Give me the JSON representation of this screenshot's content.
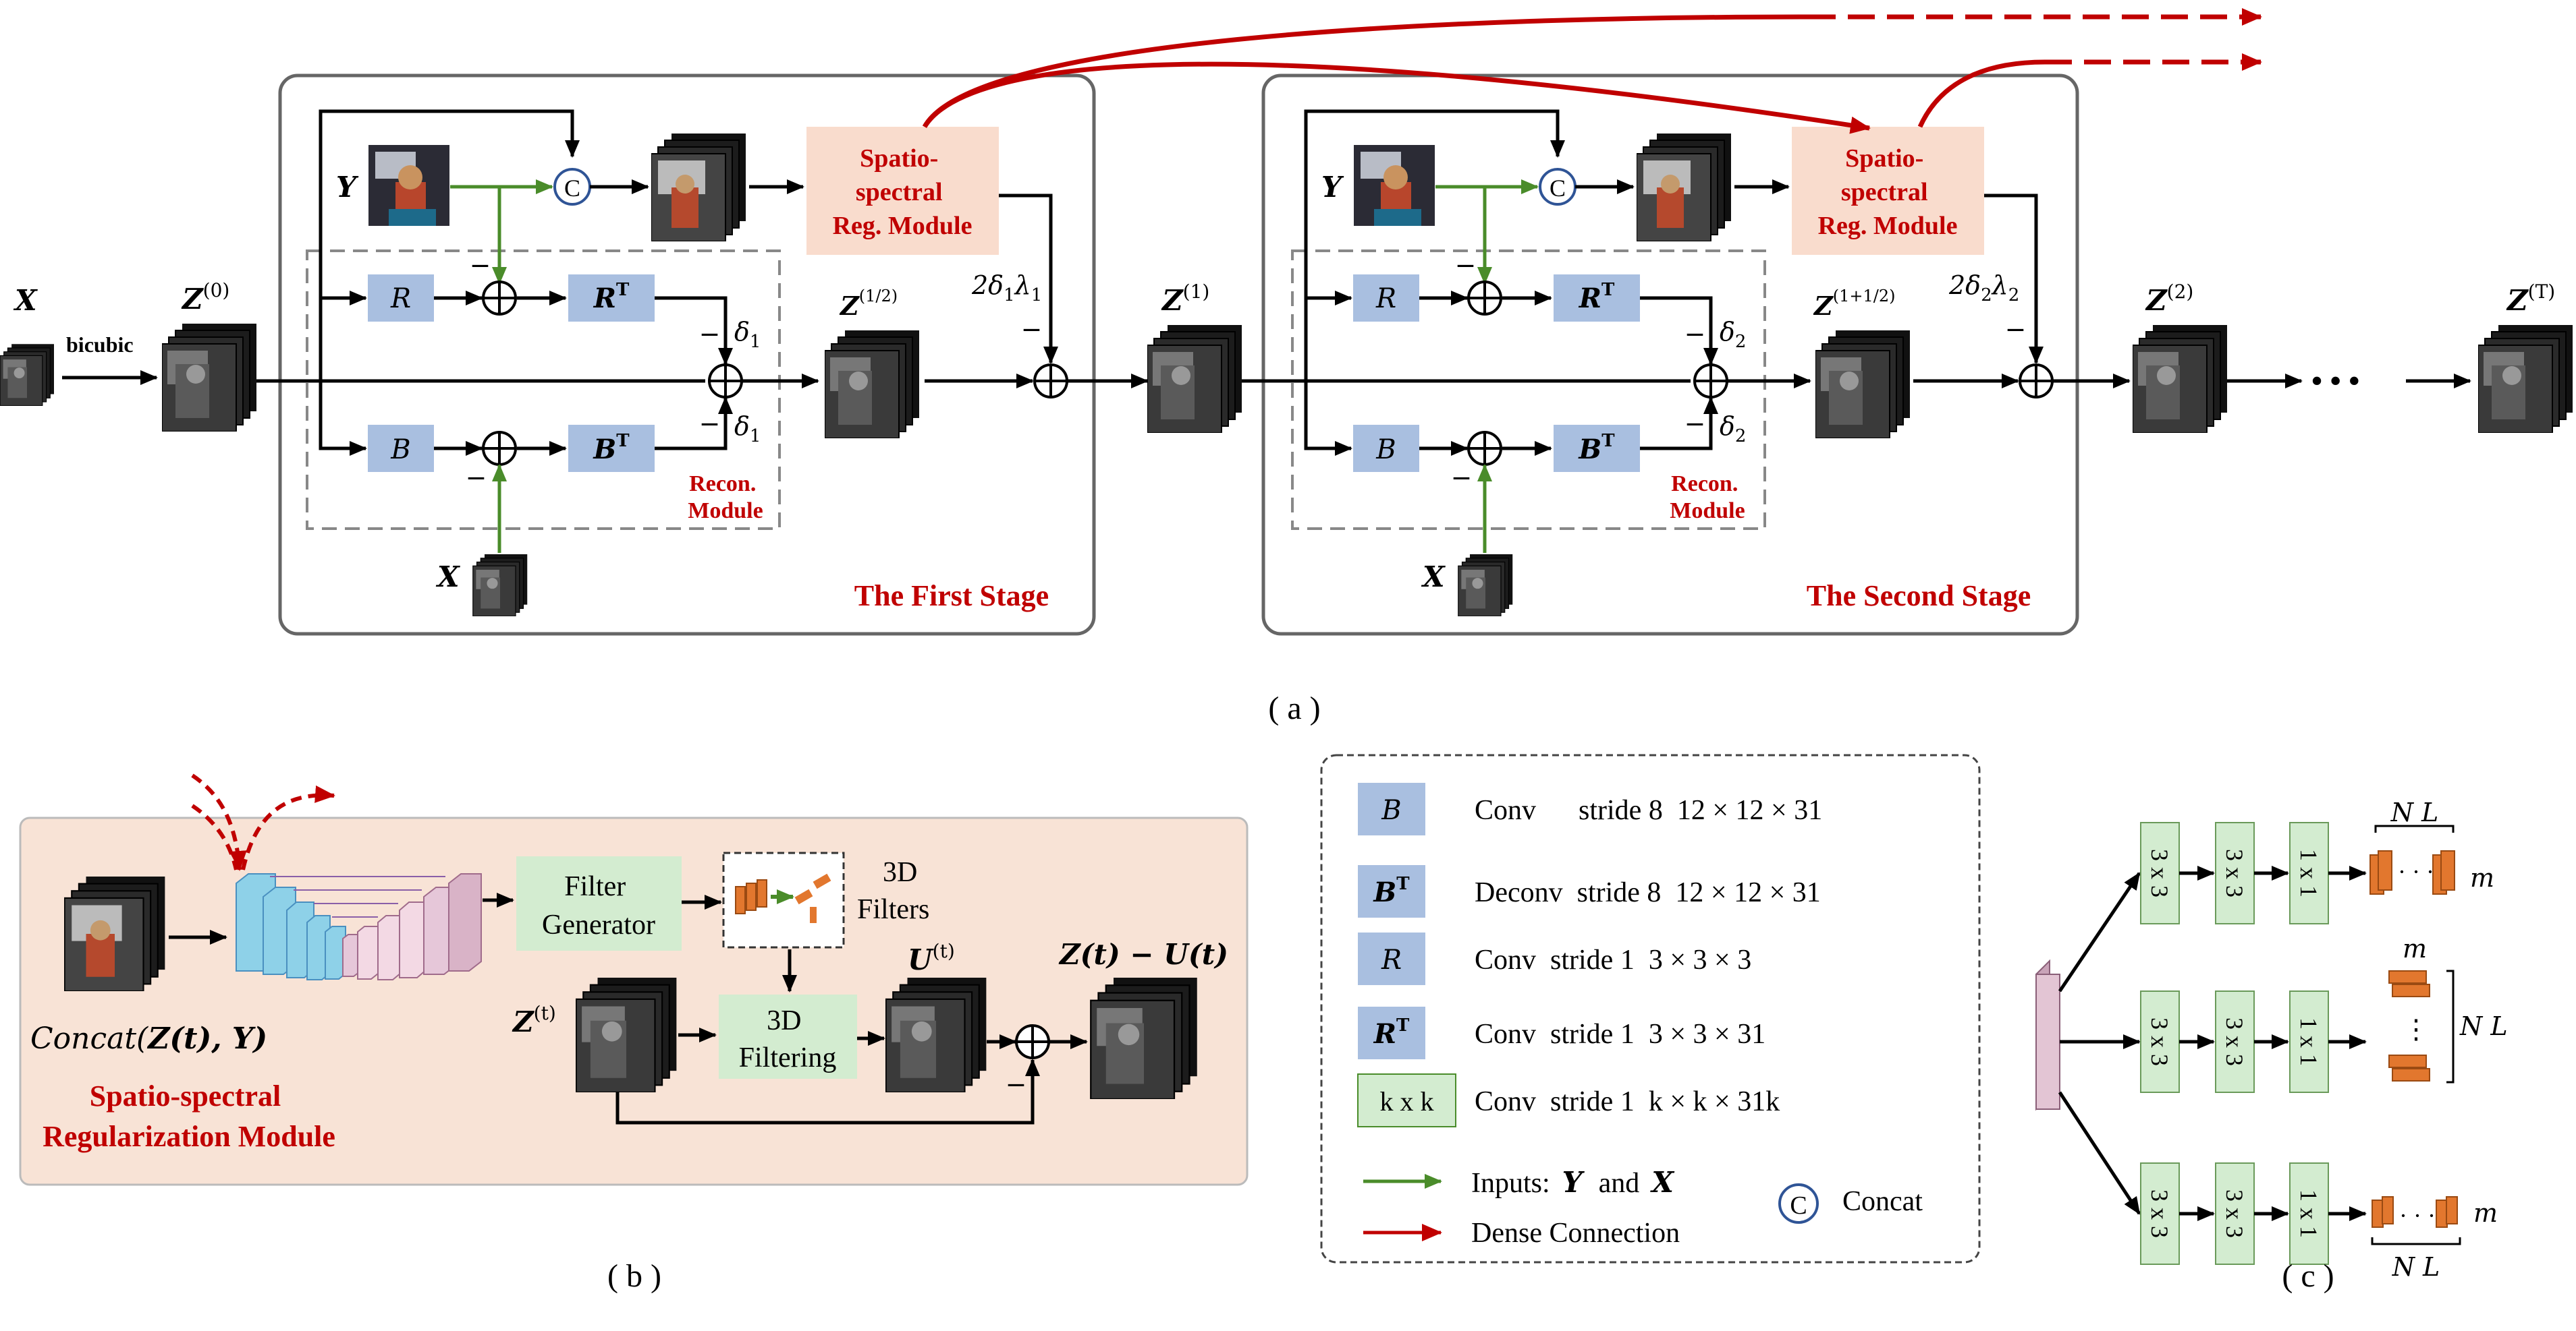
{
  "colors": {
    "block_blue": "#a9bfe0",
    "block_green": "#d3ecd0",
    "reg_module_fill": "#f9dccd",
    "panel_b_fill": "#f8e3d6",
    "dense_red": "#c00000",
    "input_green": "#4a8c2a",
    "stage_border": "#666666",
    "concat_blue": "#2f5496",
    "label_red": "#c00000",
    "filter_orange": "#e2772e"
  },
  "panel_a": {
    "caption": "( a )",
    "stage1_title": "The First Stage",
    "stage2_title": "The Second Stage",
    "recon_label_line1": "Recon.",
    "recon_label_line2": "Module",
    "reg_module_line1": "Spatio-",
    "reg_module_line2": "spectral",
    "reg_module_line3": "Reg.  Module",
    "input_x": "X",
    "bicubic": "bicubic",
    "input_y": "Y",
    "z0": "Z",
    "z0_sup": "(0)",
    "z_half": "Z",
    "z_half_sup": "(1/2)",
    "z1": "Z",
    "z1_sup": "(1)",
    "z_1half": "Z",
    "z_1half_sup": "(1+1/2)",
    "z2": "Z",
    "z2_sup": "(2)",
    "zT": "Z",
    "zT_sup": "(T)",
    "block_R": "R",
    "block_RT": "R",
    "block_B": "B",
    "block_BT": "B",
    "sup_T": "T",
    "delta1": "δ",
    "delta1_sub": "1",
    "delta2": "δ",
    "delta2_sub": "2",
    "lambda1_prefix": "2δ",
    "lambda1_sub1": "1",
    "lambda1_mid": "λ",
    "lambda1_sub2": "1",
    "lambda2_prefix": "2δ",
    "lambda2_sub1": "2",
    "lambda2_mid": "λ",
    "lambda2_sub2": "2",
    "minus": "–",
    "concat_symbol": "C",
    "ellipsis": "• • •"
  },
  "panel_b": {
    "caption": "( b )",
    "concat_label": "Concat(",
    "concat_args": "Z(t), Y)",
    "filter_generator_line1": "Filter",
    "filter_generator_line2": "Generator",
    "filters_3d_line1": "3D",
    "filters_3d_line2": "Filters",
    "filtering_line1": "3D",
    "filtering_line2": "Filtering",
    "z_t": "Z",
    "z_t_sup": "(t)",
    "u_t": "U",
    "u_t_sup": "(t)",
    "diff_label": "Z(t) − U(t)",
    "title_line1": "Spatio-spectral",
    "title_line2": "Regularization Module"
  },
  "legend": {
    "rows": [
      {
        "key": "B",
        "sup": "",
        "desc": "Conv      stride 8  12 × 12 × 31",
        "fill": "blue"
      },
      {
        "key": "B",
        "sup": "T",
        "desc": "Deconv  stride 8  12 × 12 × 31",
        "fill": "blue"
      },
      {
        "key": "R",
        "sup": "",
        "desc": "Conv  stride 1  3 × 3 × 3",
        "fill": "blue"
      },
      {
        "key": "R",
        "sup": "T",
        "desc": "Conv  stride 1  3 × 3 × 31",
        "fill": "blue"
      },
      {
        "key": "k x k",
        "sup": "",
        "desc": "Conv  stride 1  k × k × 31k",
        "fill": "green"
      }
    ],
    "inputs_label": "Inputs:",
    "inputs_y": "Y",
    "inputs_and": "and",
    "inputs_x": "X",
    "dense_label": "Dense Connection",
    "concat_symbol": "C",
    "concat_label": "Concat"
  },
  "panel_c": {
    "caption": "( c )",
    "conv3": "3 x 3",
    "conv1": "1 x 1",
    "nl": "N L",
    "m": "m"
  }
}
